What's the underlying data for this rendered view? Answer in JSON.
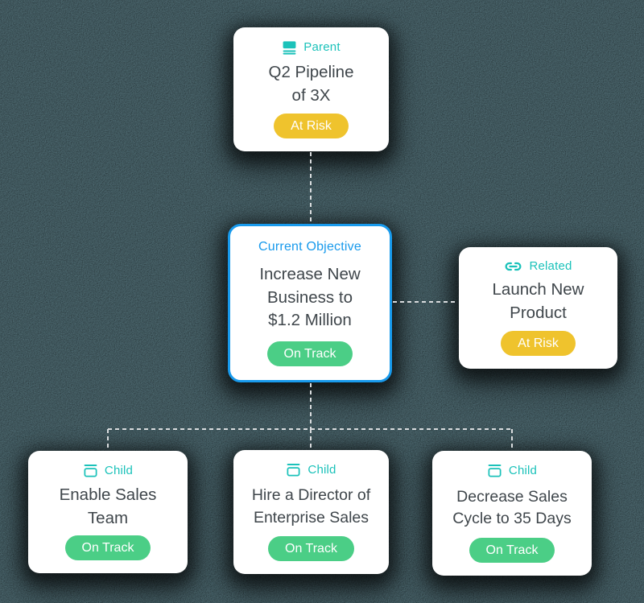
{
  "app": {
    "name": "Objective alignment tree"
  },
  "colors": {
    "background": "#4B666D",
    "card_bg": "#FFFFFF",
    "teal_accent": "#1BC2BA",
    "blue_accent": "#189AEC",
    "status_at_risk": "#EFC32D",
    "status_on_track": "#4BCE86",
    "title_text": "#3F464B",
    "connector_dash": "#D9DCDE"
  },
  "connectors": {
    "style": "dashed",
    "color": "#D9DCDE"
  },
  "cards": {
    "parent": {
      "type_label": "Parent",
      "icon": "parent-icon",
      "title_lines": [
        "Q2 Pipeline",
        "of 3X"
      ],
      "status": "At Risk",
      "status_color": "#EFC32D"
    },
    "current": {
      "type_label": "Current Objective",
      "title_lines": [
        "Increase New",
        "Business to",
        "$1.2 Million"
      ],
      "status": "On Track",
      "status_color": "#4BCE86",
      "highlight_border": "#189AEC"
    },
    "related": {
      "type_label": "Related",
      "icon": "link-icon",
      "title_lines": [
        "Launch New",
        "Product"
      ],
      "status": "At Risk",
      "status_color": "#EFC32D"
    },
    "child_1": {
      "type_label": "Child",
      "icon": "child-icon",
      "title_lines": [
        "Enable Sales",
        "Team"
      ],
      "status": "On Track",
      "status_color": "#4BCE86"
    },
    "child_2": {
      "type_label": "Child",
      "icon": "child-icon",
      "title_lines": [
        "Hire a Director of",
        "Enterprise Sales"
      ],
      "status": "On Track",
      "status_color": "#4BCE86"
    },
    "child_3": {
      "type_label": "Child",
      "icon": "child-icon",
      "title_lines": [
        "Decrease Sales",
        "Cycle to 35 Days"
      ],
      "status": "On Track",
      "status_color": "#4BCE86"
    }
  }
}
